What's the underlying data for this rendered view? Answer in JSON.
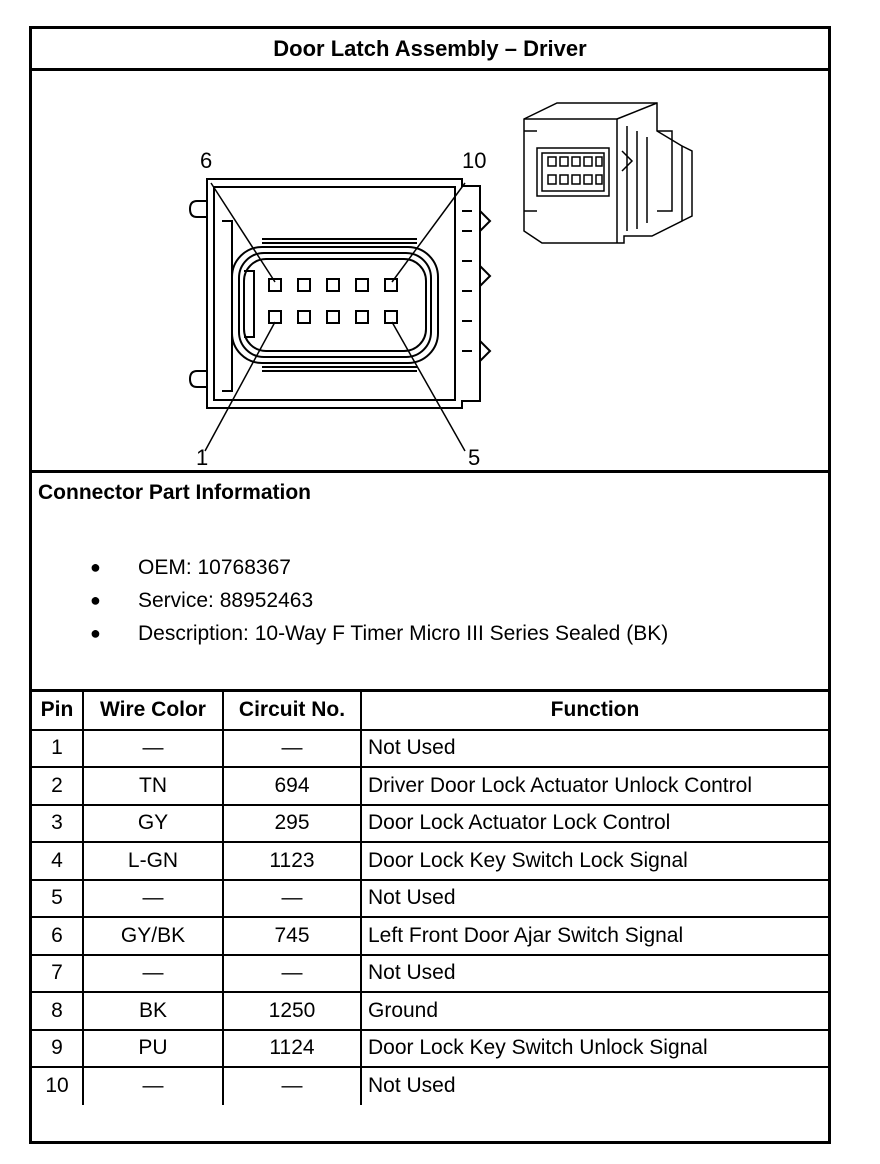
{
  "title": "Door Latch Assembly – Driver",
  "figure": {
    "pin_callouts": [
      "6",
      "10",
      "1",
      "5"
    ]
  },
  "connector_info": {
    "heading": "Connector Part Information",
    "items": [
      "OEM: 10768367",
      "Service: 88952463",
      "Description: 10-Way F Timer Micro III Series Sealed (BK)"
    ]
  },
  "table": {
    "headers": [
      "Pin",
      "Wire Color",
      "Circuit No.",
      "Function"
    ],
    "rows": [
      [
        "1",
        "—",
        "—",
        "Not Used"
      ],
      [
        "2",
        "TN",
        "694",
        "Driver Door Lock Actuator Unlock Control"
      ],
      [
        "3",
        "GY",
        "295",
        "Door Lock Actuator Lock Control"
      ],
      [
        "4",
        "L-GN",
        "1123",
        "Door Lock Key Switch Lock Signal"
      ],
      [
        "5",
        "—",
        "—",
        "Not Used"
      ],
      [
        "6",
        "GY/BK",
        "745",
        "Left Front Door Ajar Switch Signal"
      ],
      [
        "7",
        "—",
        "—",
        "Not Used"
      ],
      [
        "8",
        "BK",
        "1250",
        "Ground"
      ],
      [
        "9",
        "PU",
        "1124",
        "Door Lock Key Switch Unlock Signal"
      ],
      [
        "10",
        "—",
        "—",
        "Not Used"
      ]
    ]
  }
}
